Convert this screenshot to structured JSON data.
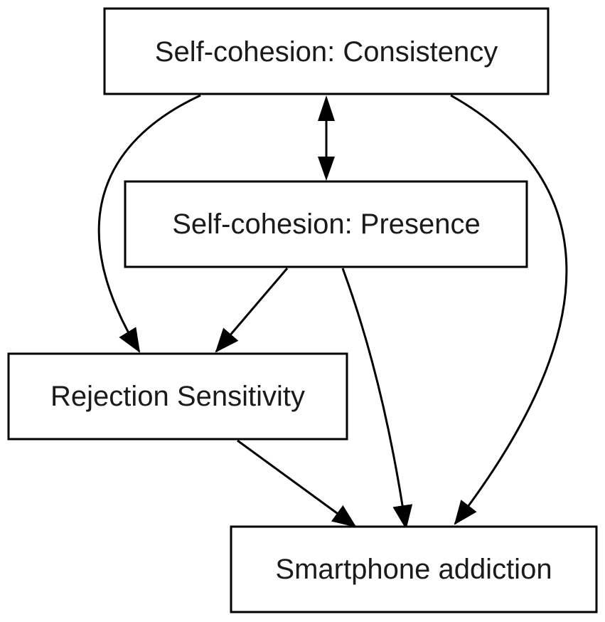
{
  "nodes": {
    "consistency": {
      "label": "Self-cohesion: Consistency"
    },
    "presence": {
      "label": "Self-cohesion: Presence"
    },
    "rejection": {
      "label": "Rejection Sensitivity"
    },
    "addiction": {
      "label": "Smartphone addiction"
    }
  },
  "edges": [
    {
      "from": "Self-cohesion: Consistency",
      "to": "Self-cohesion: Presence",
      "bidirectional": true
    },
    {
      "from": "Self-cohesion: Consistency",
      "to": "Rejection Sensitivity",
      "bidirectional": false
    },
    {
      "from": "Self-cohesion: Consistency",
      "to": "Smartphone addiction",
      "bidirectional": false
    },
    {
      "from": "Self-cohesion: Presence",
      "to": "Rejection Sensitivity",
      "bidirectional": false
    },
    {
      "from": "Self-cohesion: Presence",
      "to": "Smartphone addiction",
      "bidirectional": false
    },
    {
      "from": "Rejection Sensitivity",
      "to": "Smartphone addiction",
      "bidirectional": false
    }
  ],
  "colors": {
    "stroke": "#000000",
    "text": "#1a1a1a",
    "background": "#ffffff"
  }
}
